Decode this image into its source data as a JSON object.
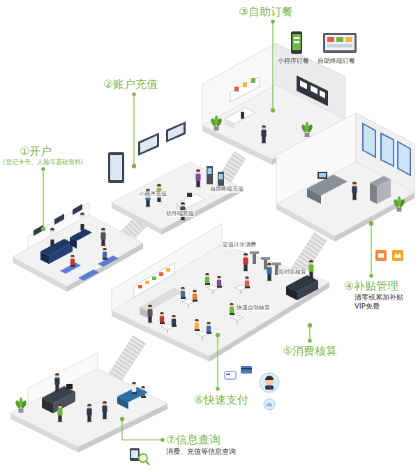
{
  "diagram": {
    "labels": [
      "③自助订餐",
      "小程序订餐",
      "自助终端订餐",
      "②账户充值",
      "①开户",
      "(登记卡号、人脸等基础资料)",
      "小程序充值",
      "自助终端充值",
      "软件端充值",
      "定值计次消费",
      "面对面核算",
      "快速自动核算",
      "④补贴管理",
      "清零或累加补贴",
      "VIP免费",
      "⑤消费核算",
      "⑥快速支付",
      "⑦信息查询",
      "消费、充值等信息查询"
    ]
  }
}
